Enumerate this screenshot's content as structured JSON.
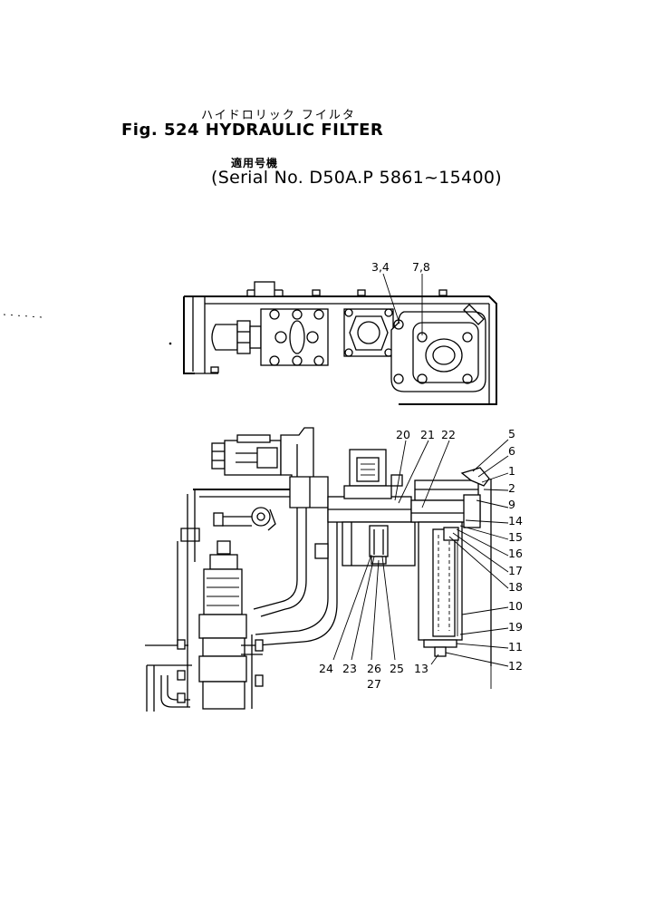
{
  "header": {
    "title_jp": "ハイドロリック フイルタ",
    "fig_title": "Fig. 524  HYDRAULIC FILTER",
    "serial_jp": "適用号機",
    "serial_line": "(Serial No. D50A.P 5861~15400)"
  },
  "callouts": {
    "c34": "3,4",
    "c78": "7,8",
    "c20": "20",
    "c21": "21",
    "c22": "22",
    "c5": "5",
    "c6": "6",
    "c1": "1",
    "c2": "2",
    "c9": "9",
    "c14": "14",
    "c15": "15",
    "c16": "16",
    "c17": "17",
    "c18": "18",
    "c10": "10",
    "c19": "19",
    "c11": "11",
    "c12": "12",
    "c13": "13",
    "c24": "24",
    "c23": "23",
    "c26": "26",
    "c25": "25",
    "c27": "27"
  }
}
